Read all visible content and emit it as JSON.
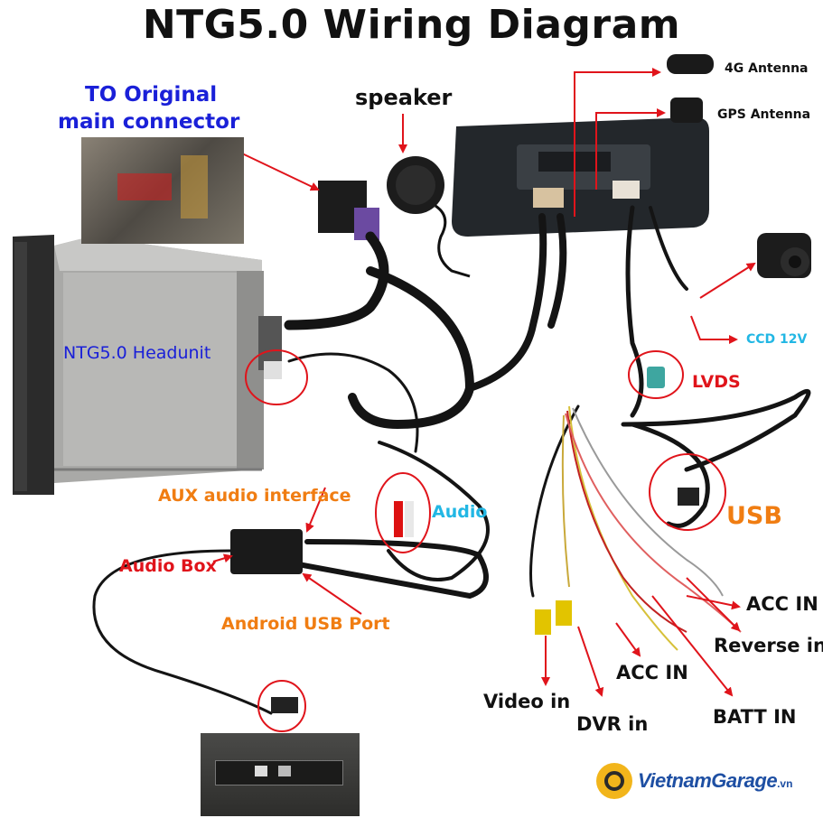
{
  "title": "NTG5.0 Wiring Diagram",
  "labels": {
    "to_original_line1": "TO Original",
    "to_original_line2": "main connector",
    "speaker": "speaker",
    "antenna_4g": "4G Antenna",
    "antenna_gps": "GPS  Antenna",
    "headunit": "NTG5.0  Headunit",
    "ccd": "CCD 12V",
    "lvds": "LVDS",
    "aux": "AUX audio interface",
    "audio": "Audio",
    "usb": "USB",
    "audio_box": "Audio Box",
    "android_usb": "Android USB Port",
    "acc_in_right": "ACC IN",
    "reverse_in": "Reverse in",
    "acc_in_bottom": "ACC IN",
    "video_in": "Video in",
    "dvr_in": "DVR in",
    "batt_in": "BATT IN"
  },
  "brand": {
    "name": "VietnamGarage",
    "suffix": ".vn"
  },
  "colors": {
    "annotation_red": "#e0141b",
    "label_blue": "#1a20d8",
    "label_orange": "#f07d12",
    "label_cyan": "#22b7e4",
    "brand_blue": "#1e4fa3",
    "brand_yellow": "#f2b51b"
  }
}
